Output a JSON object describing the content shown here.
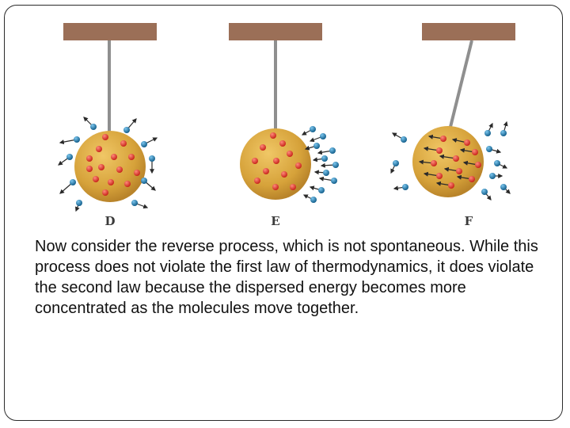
{
  "figure": {
    "panels": [
      {
        "label": "D",
        "state": "molecules moving outward (dispersing)"
      },
      {
        "label": "E",
        "state": "molecules moving toward the ball from one side"
      },
      {
        "label": "F",
        "state": "ball swings; molecules move inside the ball in one direction"
      }
    ],
    "colors": {
      "ceiling": "#9b6f57",
      "rod": "#8f8f8f",
      "ball": "#d6a23a",
      "inner_molecule": "#e0362b",
      "outer_molecule": "#1c7fb6",
      "arrow": "#2a2a2a"
    }
  },
  "caption": "Now consider the reverse process, which is not spontaneous. While this process does not violate the first law of thermodynamics, it does violate the second law because the dispersed energy becomes more concentrated as the molecules move together."
}
